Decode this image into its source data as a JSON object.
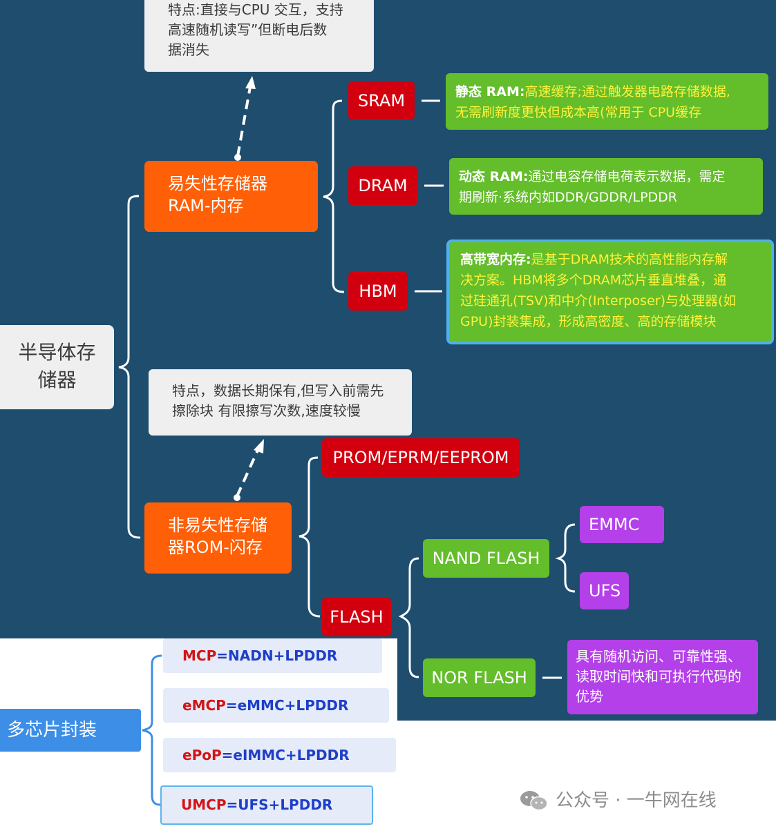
{
  "root": {
    "label": "半导体存\n储器"
  },
  "volatile": {
    "label": "易失性存储器\nRAM-内存",
    "note": "特点:直接与CPU 交互，支持\n高速随机读写”但断电后数\n据消失",
    "types": [
      {
        "name": "SRAM",
        "desc_key": "静态 RAM:",
        "desc_text": "高速缓存;通过触发器电路存储数据,\n无需刷新度更快但成本高(常用于 CPU缓存"
      },
      {
        "name": "DRAM",
        "desc_key": "动态 RAM:",
        "desc_text": "通过电容存储电荷表示数据，需定\n期刷新·系统内如DDR/GDDR/LPDDR"
      },
      {
        "name": "HBM",
        "desc_key": "高带宽内存:",
        "desc_text": "是基于DRAM技术的高性能内存解\n决方案。HBM将多个DRAM芯片垂直堆叠，通\n过硅通孔(TSV)和中介(Interposer)与处理器(如\nGPU)封装集成，形成高密度、高的存储模块"
      }
    ]
  },
  "nonvolatile": {
    "label": "非易失性存储\n器ROM-闪存",
    "note": "特点，数据长期保有,但写入前需先\n擦除块 有限擦写次数,速度较慢",
    "prom": "PROM/EPRM/EEPROM",
    "flash": {
      "name": "FLASH",
      "nand": {
        "name": "NAND FLASH",
        "children": [
          "EMMC",
          "UFS"
        ]
      },
      "nor": {
        "name": "NOR FLASH",
        "desc": "具有随机访问、可靠性强、\n读取时间快和可执行代码的\n优势"
      }
    }
  },
  "package": {
    "label": "多芯片封装",
    "items": [
      {
        "left": "MCP",
        "eq": "=",
        "right": "NADN+LPDDR"
      },
      {
        "left": "eMCP",
        "eq": "=",
        "right": "eMMC+LPDDR"
      },
      {
        "left": "ePoP",
        "eq": "=",
        "right": "eIMMC+LPDDR"
      },
      {
        "left": "UMCP",
        "eq": "=",
        "right": "UFS+LPDDR"
      }
    ]
  },
  "watermark": {
    "text": "公众号 · 一牛网在线"
  },
  "colors": {
    "background": "#1e4d6e",
    "orange": "#fe5f07",
    "red": "#d2000f",
    "green": "#64bd2b",
    "purple": "#b340e8",
    "blue": "#3c8ee6",
    "connector": "#ffffff",
    "package_connector": "#3c8ee6"
  },
  "icons": {
    "watermark_logo": "wechat-icon"
  }
}
